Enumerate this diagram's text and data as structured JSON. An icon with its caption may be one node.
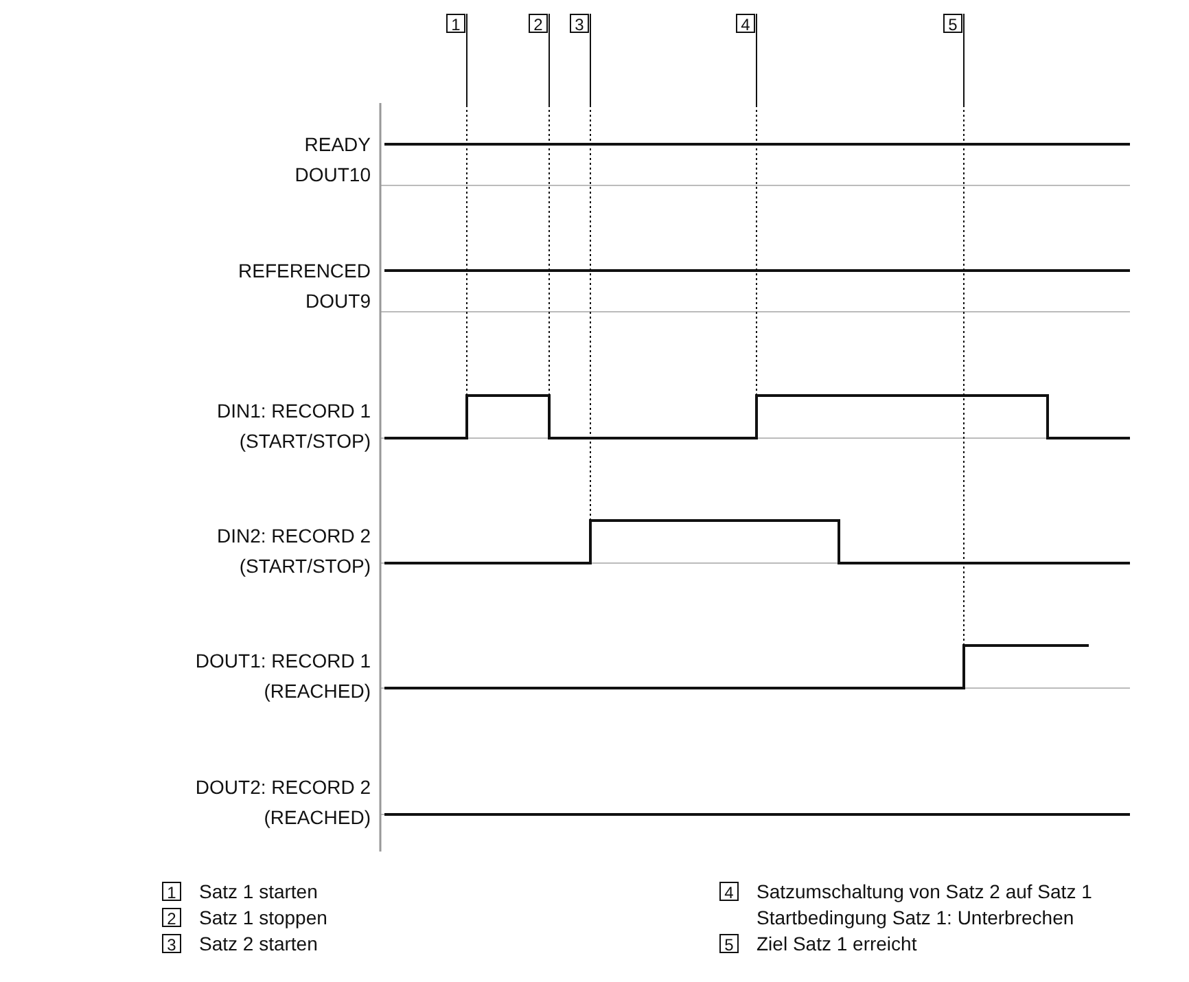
{
  "diagram": {
    "nodes": [
      {
        "text": [
          "1"
        ]
      },
      {
        "text": [
          "2"
        ]
      },
      {
        "text": [
          "3"
        ]
      },
      {
        "text": [
          "4"
        ]
      },
      {
        "text": [
          "5"
        ]
      },
      {
        "text": [
          "1"
        ],
        "beside": [
          "Satz 1 starten"
        ]
      },
      {
        "text": [
          "2"
        ],
        "beside": [
          "Satz 1 stoppen"
        ]
      },
      {
        "text": [
          "3"
        ],
        "beside": [
          "Satz 2 starten"
        ]
      },
      {
        "text": [
          "4"
        ],
        "beside": [
          "Satzumschaltung von Satz 2 auf Satz 1",
          "Startbedingung Satz 1: Unterbrechen"
        ]
      },
      {
        "text": [
          "5"
        ],
        "beside": [
          "Ziel Satz 1 erreicht"
        ]
      }
    ],
    "edges": [
      {
        "from": 0,
        "to": null,
        "arrow": "none"
      },
      {
        "from": 1,
        "to": null,
        "arrow": "none"
      },
      {
        "from": 2,
        "to": null,
        "arrow": "none"
      },
      {
        "from": 3,
        "to": null,
        "arrow": "none"
      },
      {
        "from": 4,
        "to": null,
        "arrow": "none"
      }
    ],
    "labels": [
      "READY",
      "DOUT10",
      "REFERENCED",
      "DOUT9",
      "DIN1: RECORD 1",
      "(START/STOP)",
      "DIN2: RECORD 2",
      "(START/STOP)",
      "DOUT1: RECORD 1",
      "(REACHED)",
      "DOUT2: RECORD 2",
      "(REACHED)"
    ]
  }
}
